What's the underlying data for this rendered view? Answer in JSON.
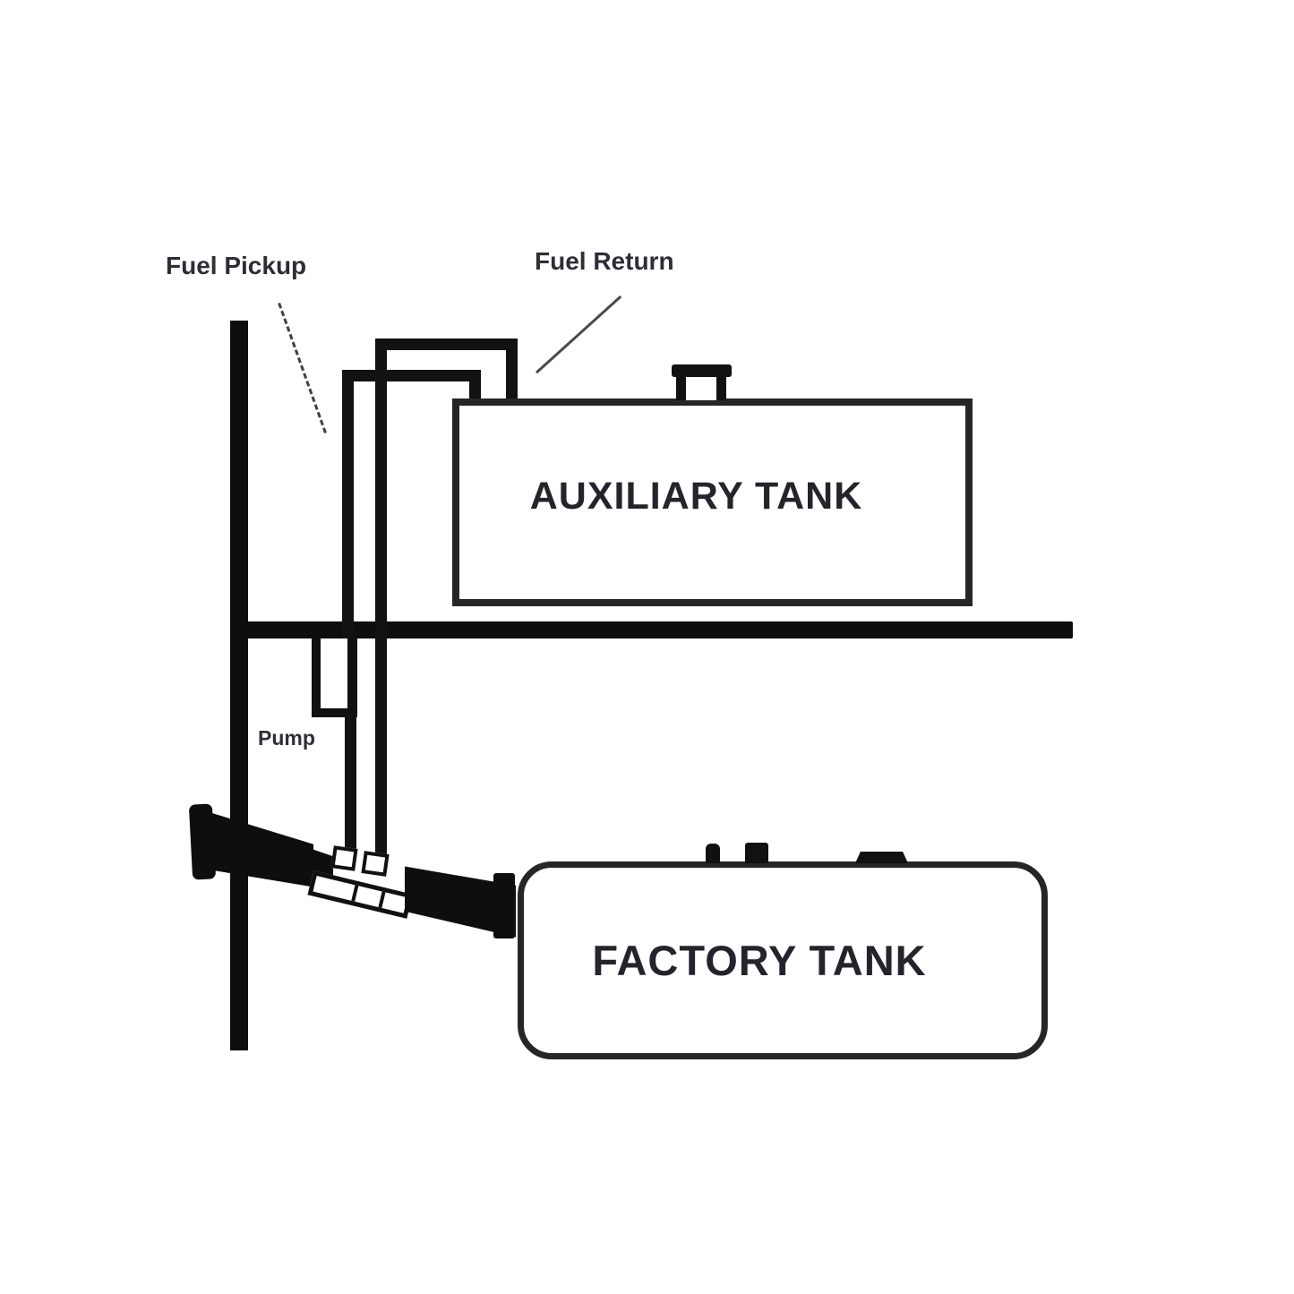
{
  "diagram": {
    "labels": {
      "fuel_pickup": "Fuel Pickup",
      "fuel_return": "Fuel Return",
      "pump": "Pump",
      "auxiliary_tank": "AUXILIARY TANK",
      "factory_tank": "FACTORY TANK"
    },
    "colors": {
      "line_black": "#121212",
      "tank_border": "#262626",
      "label_text": "#2e2e38",
      "background": "#ffffff"
    }
  }
}
